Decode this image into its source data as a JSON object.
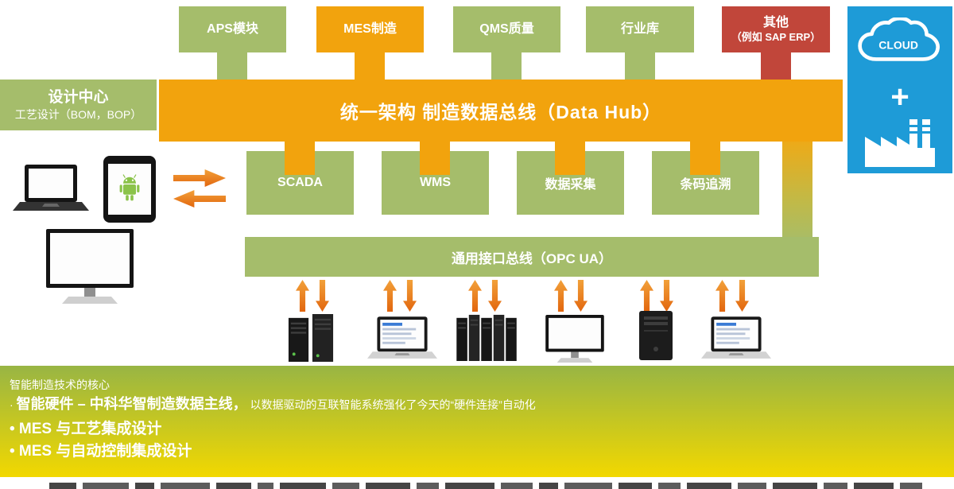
{
  "colors": {
    "module_green": "#a5bd6b",
    "hub_orange": "#f2a30d",
    "erp_red": "#c1463a",
    "cloud_blue": "#1e9bd7",
    "arrow_orange": "#e8791c",
    "footer_gradient_top": "#98b544",
    "footer_gradient_bottom": "#f2d800"
  },
  "top_modules": [
    {
      "label": "APS模块"
    },
    {
      "label": "MES制造"
    },
    {
      "label": "QMS质量"
    },
    {
      "label": "行业库"
    },
    {
      "label": "其他",
      "sublabel": "（例如 SAP ERP）"
    }
  ],
  "design_center": {
    "title": "设计中心",
    "subtitle": "工艺设计（BOM，BOP）"
  },
  "hub": {
    "label": "统一架构 制造数据总线（Data Hub）"
  },
  "mid_modules": [
    {
      "label": "SCADA"
    },
    {
      "label": "WMS"
    },
    {
      "label": "数据采集"
    },
    {
      "label": "条码追溯"
    }
  ],
  "opc_bus": {
    "label": "通用接口总线（OPC UA）"
  },
  "cloud_panel": {
    "cloud_label": "CLOUD",
    "plus": "+"
  },
  "left_devices": [
    "laptop",
    "android-tablet",
    "monitor"
  ],
  "bottom_devices": [
    "server-pair",
    "laptop",
    "server-cluster",
    "monitor",
    "tower-pc",
    "laptop"
  ],
  "icons": {
    "cloud": "cloud-outline",
    "plus": "+",
    "factory": "factory-silhouette",
    "android": "android-robot",
    "arrow_up": "▲",
    "arrow_down": "▼",
    "arrow_right": "→",
    "arrow_left": "←"
  },
  "footer": {
    "heading": "智能制造技术的核心",
    "bullet1_marker": "·",
    "bullet1_strong": "智能硬件 – 中科华智制造数据主线，",
    "bullet1_rest": "以数据驱动的互联智能系统强化了今天的“硬件连接”自动化",
    "bullet2": "• MES 与工艺集成设计",
    "bullet3": "• MES 与自动控制集成设计"
  }
}
